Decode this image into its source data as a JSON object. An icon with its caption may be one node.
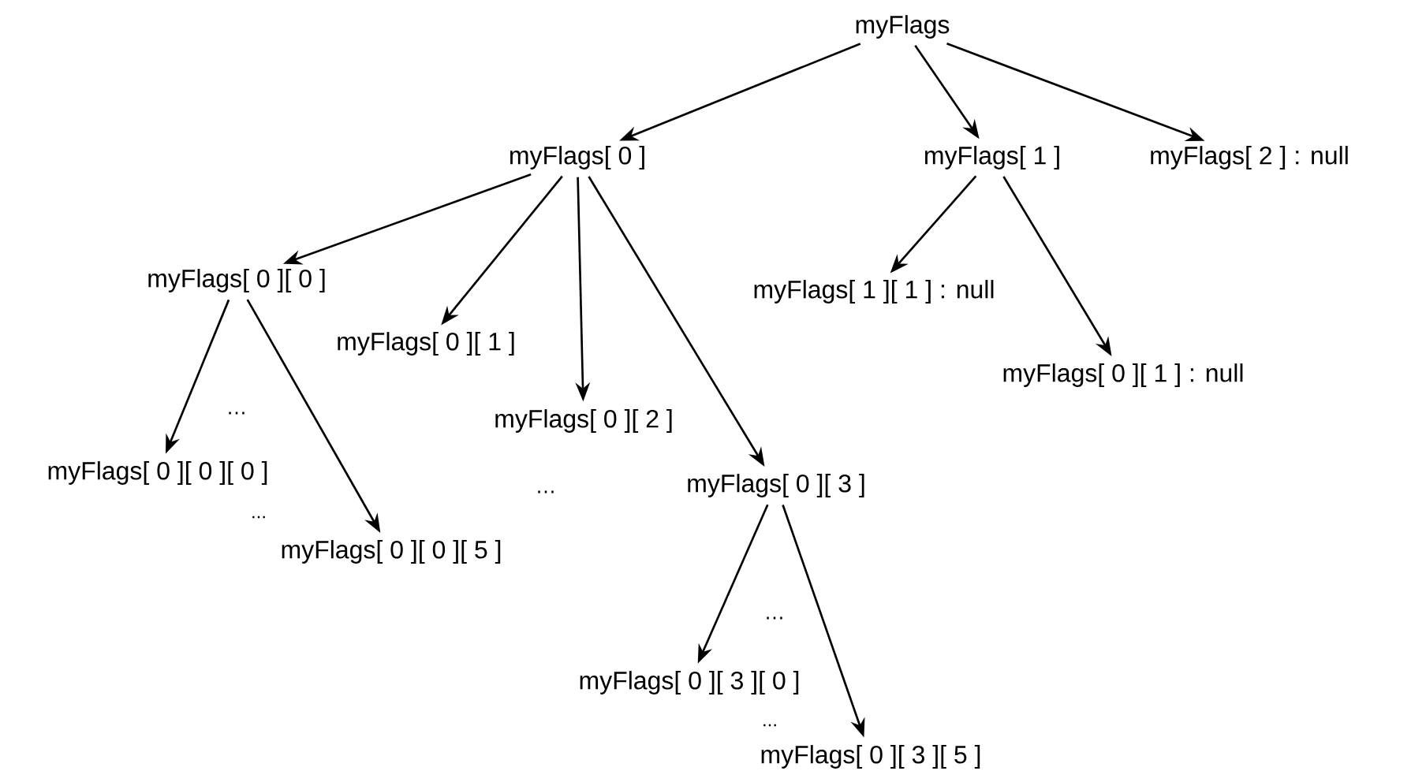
{
  "diagram": {
    "nodes": [
      {
        "text": [
          "myFlags"
        ]
      },
      {
        "text": [
          "myFlags[ 0 ]"
        ]
      },
      {
        "text": [
          "myFlags[ 1 ]"
        ]
      },
      {
        "text": [
          "myFlags[ 2 ] : null"
        ]
      },
      {
        "text": [
          "myFlags[ 0 ][ 0 ]"
        ]
      },
      {
        "text": [
          "myFlags[ 0 ][ 1 ]"
        ]
      },
      {
        "text": [
          "myFlags[ 0 ][ 2 ]"
        ]
      },
      {
        "text": [
          "myFlags[ 1 ][ 1 ] : null"
        ]
      },
      {
        "text": [
          "myFlags[ 0 ][ 1 ] : null"
        ]
      },
      {
        "text": [
          "myFlags[ 0 ][ 3 ]"
        ]
      },
      {
        "text": [
          "myFlags[ 0 ][ 0 ][ 0 ]"
        ]
      },
      {
        "text": [
          "myFlags[ 0 ][ 0 ][ 5 ]"
        ]
      },
      {
        "text": [
          "myFlags[ 0 ][ 3 ][ 0 ]"
        ]
      },
      {
        "text": [
          "myFlags[ 0 ][ 3 ][ 5 ]"
        ]
      }
    ],
    "edges": [
      {
        "from": 0,
        "to": 1,
        "arrow": "to"
      },
      {
        "from": 0,
        "to": 2,
        "arrow": "to"
      },
      {
        "from": 0,
        "to": 3,
        "arrow": "to"
      },
      {
        "from": 1,
        "to": 4,
        "arrow": "to"
      },
      {
        "from": 1,
        "to": 5,
        "arrow": "to"
      },
      {
        "from": 1,
        "to": 6,
        "arrow": "to"
      },
      {
        "from": 1,
        "to": 9,
        "arrow": "to"
      },
      {
        "from": 2,
        "to": 7,
        "arrow": "to"
      },
      {
        "from": 2,
        "to": 8,
        "arrow": "to"
      },
      {
        "from": 4,
        "to": 10,
        "arrow": "to"
      },
      {
        "from": 4,
        "to": 11,
        "arrow": "to"
      },
      {
        "from": 9,
        "to": 12,
        "arrow": "to"
      },
      {
        "from": 9,
        "to": 13,
        "arrow": "to"
      }
    ],
    "labels": [
      "…",
      "…",
      "...",
      "…",
      "..."
    ]
  }
}
